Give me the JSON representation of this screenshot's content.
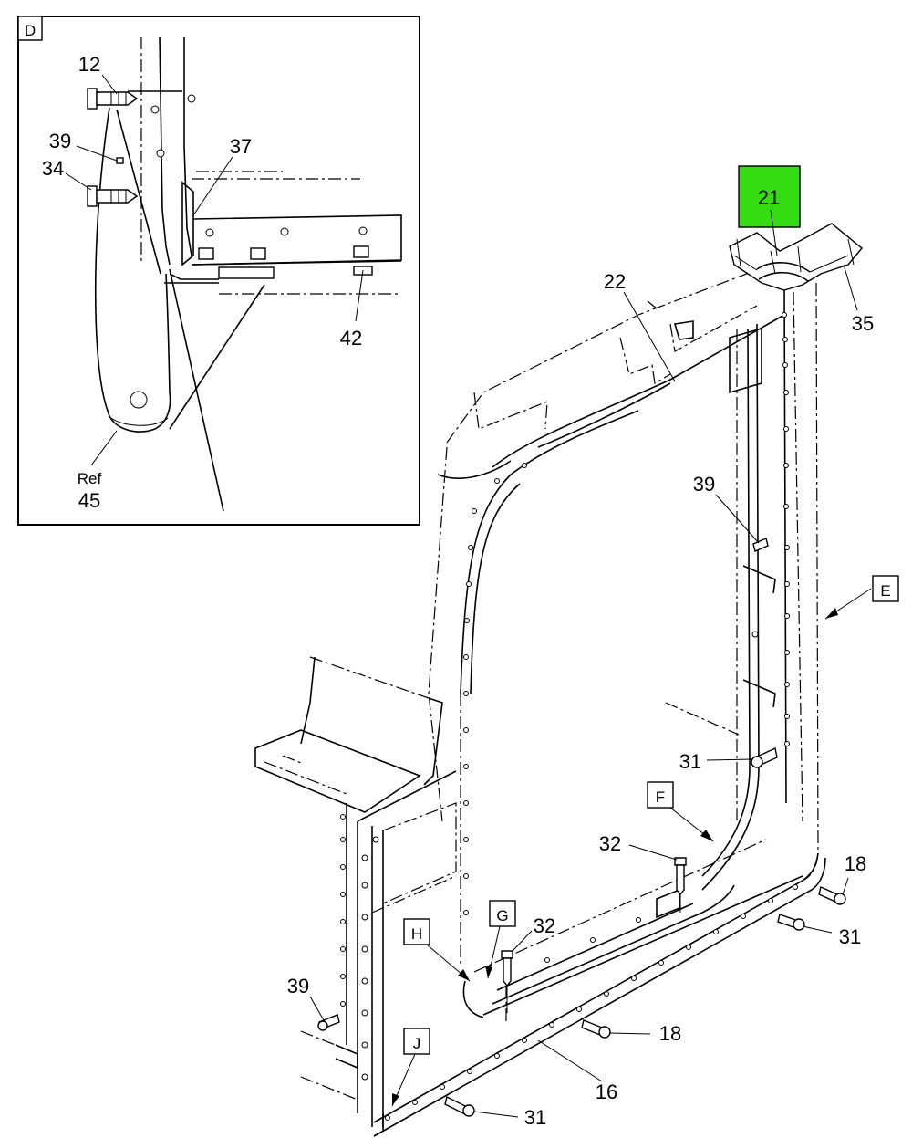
{
  "detail_view": {
    "view_letter": "D",
    "callouts": {
      "c12": "12",
      "c39": "39",
      "c34": "34",
      "c37": "37",
      "c42": "42",
      "ref_word": "Ref",
      "ref_num": "45"
    }
  },
  "main_view": {
    "view_letters": {
      "E": "E",
      "F": "F",
      "G": "G",
      "H": "H",
      "J": "J"
    },
    "highlight": {
      "number": "21",
      "color": "#33dd11"
    },
    "callouts": {
      "c22": "22",
      "c35": "35",
      "c39_top": "39",
      "c31_mid": "31",
      "c32_right": "32",
      "c18_right": "18",
      "c31_right": "31",
      "c32_left": "32",
      "c39_left": "39",
      "c18_bottom": "18",
      "c16": "16",
      "c31_bottom": "31"
    }
  }
}
